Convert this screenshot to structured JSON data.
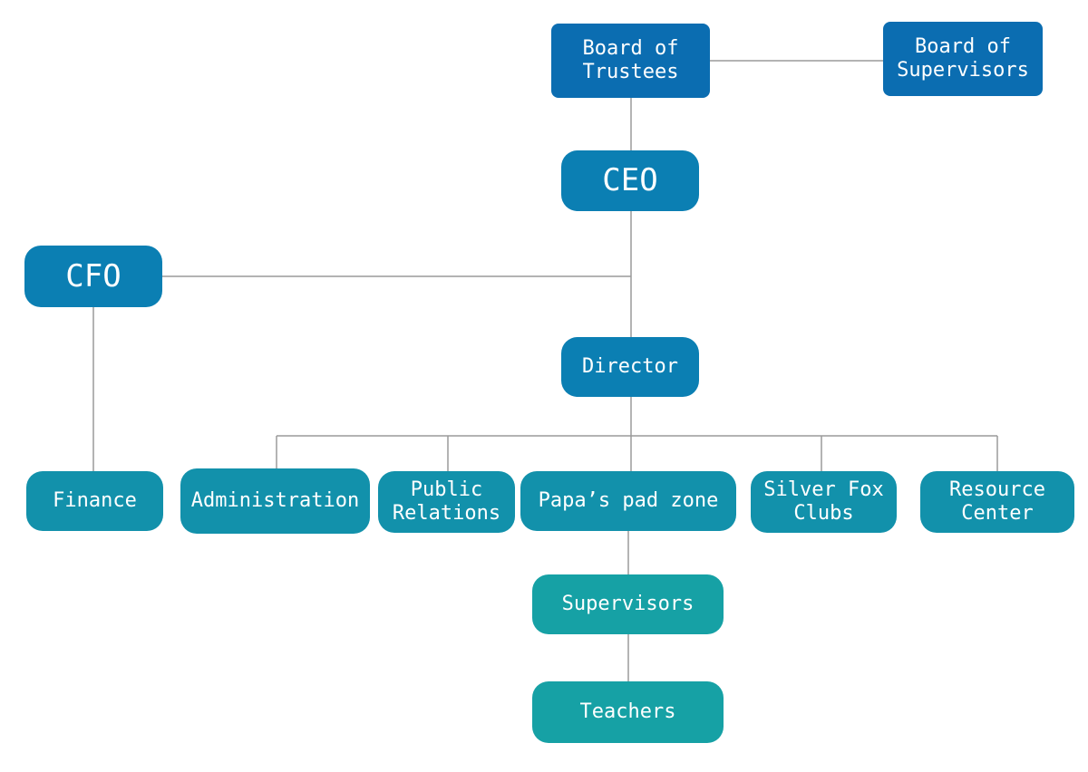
{
  "org_chart": {
    "board_of_trustees": "Board of\nTrustees",
    "board_of_supervisors": "Board of\nSupervisors",
    "ceo": "CEO",
    "cfo": "CFO",
    "director": "Director",
    "finance": "Finance",
    "administration": "Administration",
    "public_relations": "Public\nRelations",
    "papas_pad_zone": "Papa’s pad zone",
    "silver_fox_clubs": "Silver Fox\nClubs",
    "resource_center": "Resource\nCenter",
    "supervisors": "Supervisors",
    "teachers": "Teachers"
  },
  "colors": {
    "top_level": "#0b6db1",
    "executive": "#0b7fb3",
    "department": "#1291ab",
    "staff": "#16a1a5",
    "connector": "#9a9a9a"
  }
}
